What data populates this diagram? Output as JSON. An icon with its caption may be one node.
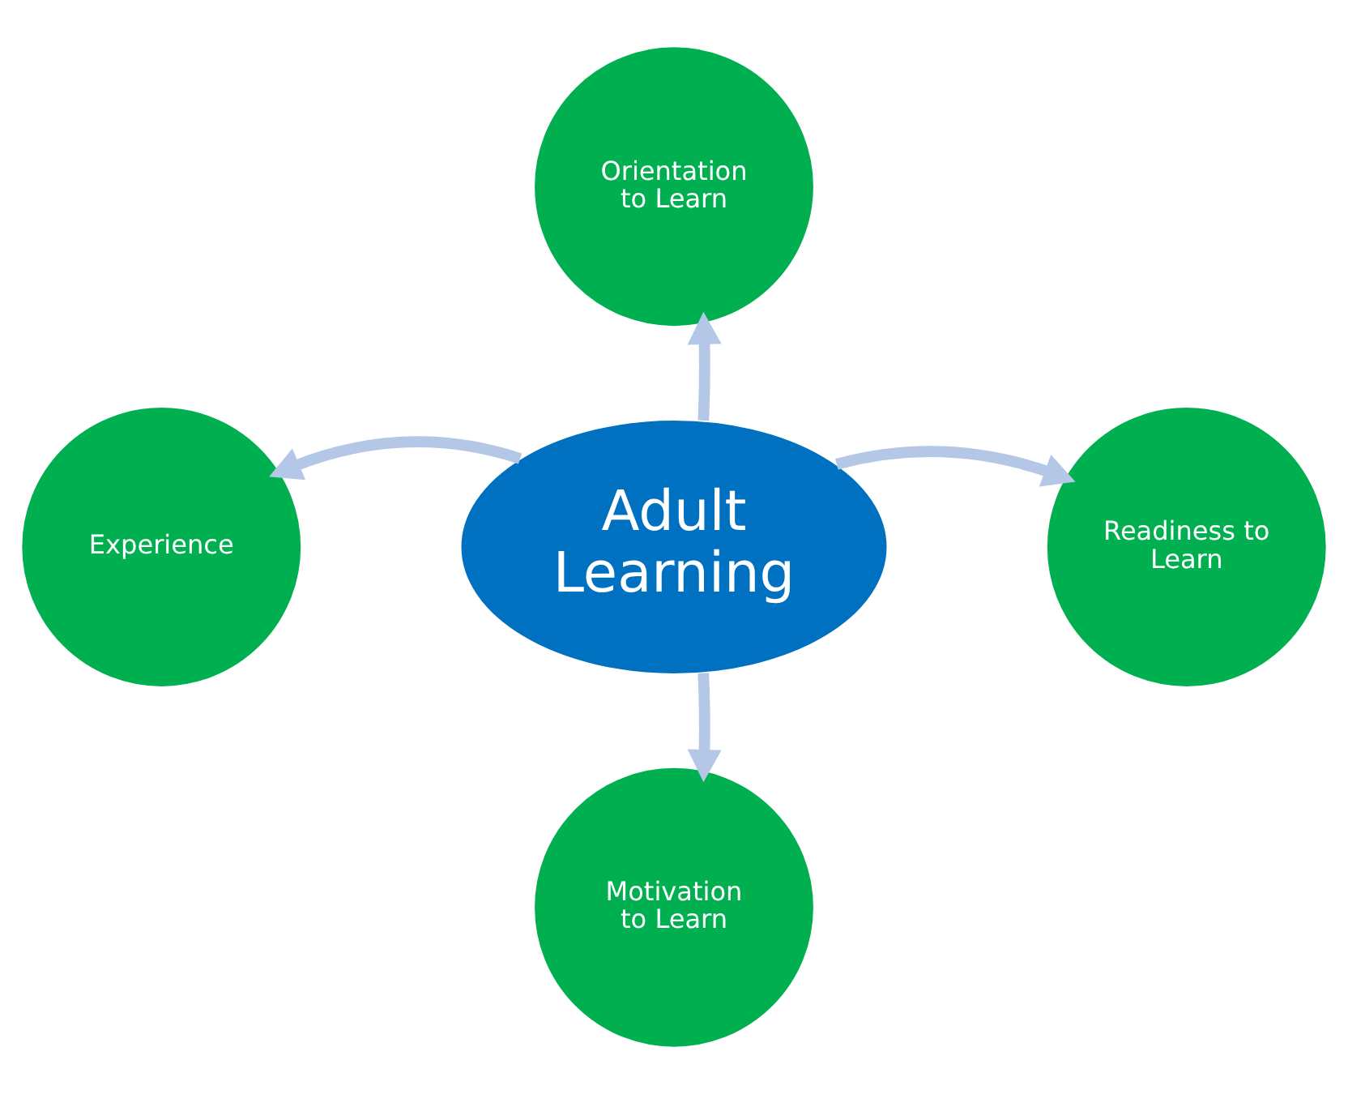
{
  "diagram": {
    "nodes": [
      {
        "text": [
          "Orientation to Learn"
        ]
      },
      {
        "text": [
          "Experience"
        ]
      },
      {
        "text": [
          "Adult Learning"
        ]
      },
      {
        "text": [
          "Readiness to Learn"
        ]
      },
      {
        "text": [
          "Motivation to Learn"
        ]
      }
    ],
    "edges": [
      {
        "from": 2,
        "to": 0,
        "arrow": "to"
      },
      {
        "from": 2,
        "to": 1,
        "arrow": "to"
      },
      {
        "from": 2,
        "to": 3,
        "arrow": "to"
      },
      {
        "from": 2,
        "to": 4,
        "arrow": "to"
      }
    ]
  }
}
